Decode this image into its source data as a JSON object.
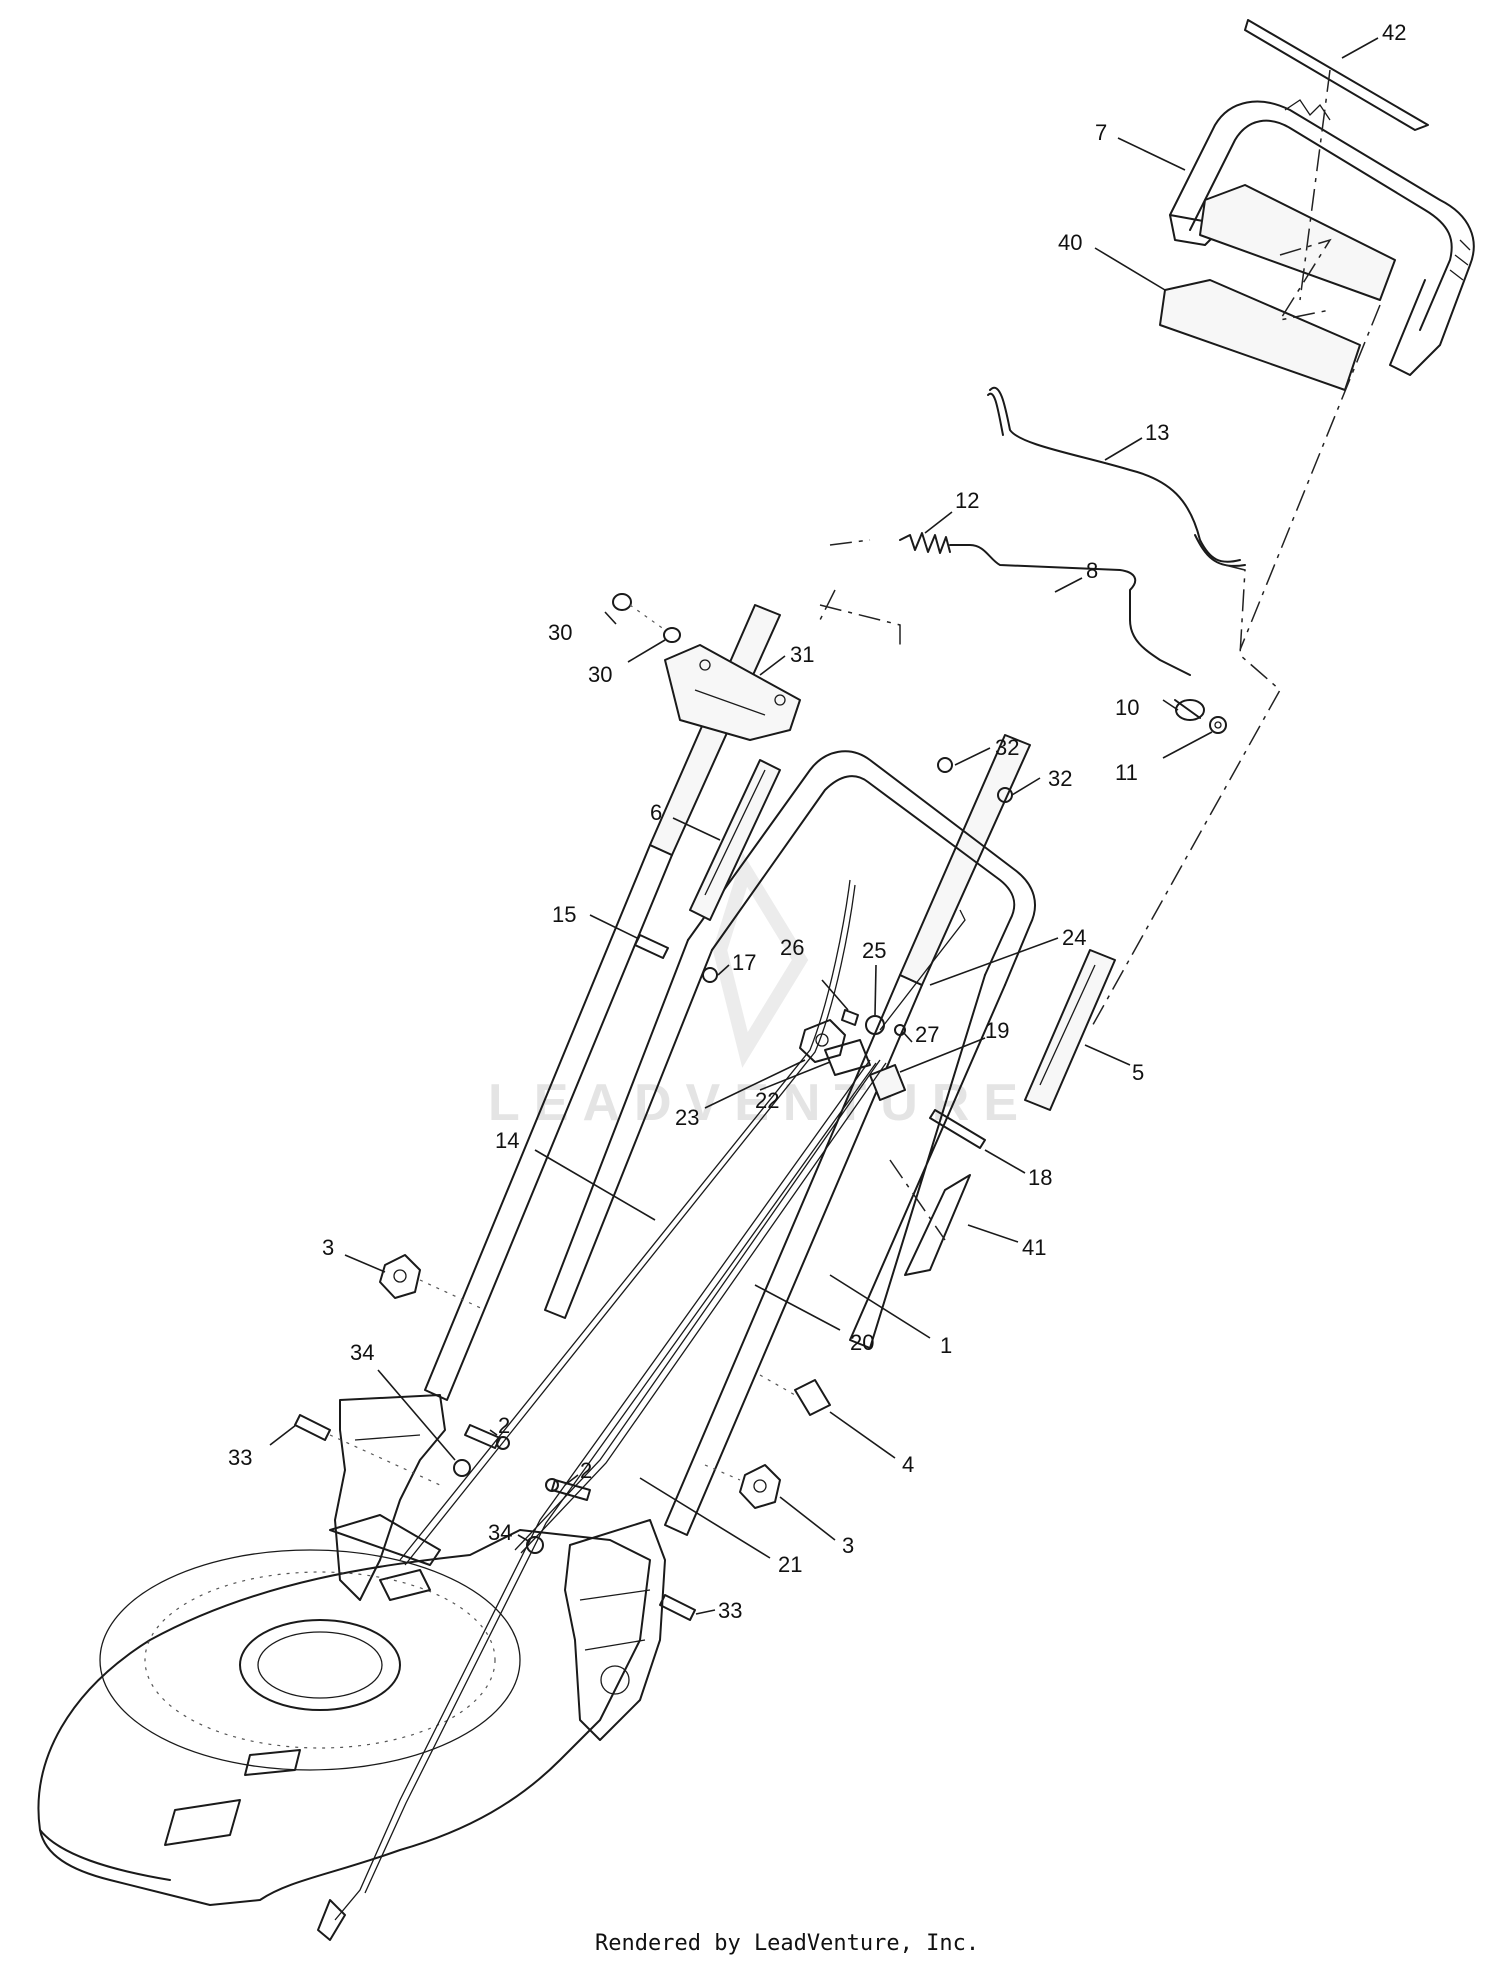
{
  "watermark": {
    "text": "LEADVENTURE"
  },
  "credit": {
    "text": "Rendered by LeadVenture, Inc."
  },
  "callouts": [
    {
      "id": "42a",
      "label": "42"
    },
    {
      "id": "7",
      "label": "7"
    },
    {
      "id": "40",
      "label": "40"
    },
    {
      "id": "13",
      "label": "13"
    },
    {
      "id": "12",
      "label": "12"
    },
    {
      "id": "8",
      "label": "8"
    },
    {
      "id": "30a",
      "label": "30"
    },
    {
      "id": "30b",
      "label": "30"
    },
    {
      "id": "31",
      "label": "31"
    },
    {
      "id": "10",
      "label": "10"
    },
    {
      "id": "11",
      "label": "11"
    },
    {
      "id": "32a",
      "label": "32"
    },
    {
      "id": "32b",
      "label": "32"
    },
    {
      "id": "6",
      "label": "6"
    },
    {
      "id": "15",
      "label": "15"
    },
    {
      "id": "26",
      "label": "26"
    },
    {
      "id": "25",
      "label": "25"
    },
    {
      "id": "24",
      "label": "24"
    },
    {
      "id": "17",
      "label": "17"
    },
    {
      "id": "27",
      "label": "27"
    },
    {
      "id": "19",
      "label": "19"
    },
    {
      "id": "5",
      "label": "5"
    },
    {
      "id": "23",
      "label": "23"
    },
    {
      "id": "22",
      "label": "22"
    },
    {
      "id": "14",
      "label": "14"
    },
    {
      "id": "18",
      "label": "18"
    },
    {
      "id": "41",
      "label": "41"
    },
    {
      "id": "3a",
      "label": "3"
    },
    {
      "id": "20",
      "label": "20"
    },
    {
      "id": "1",
      "label": "1"
    },
    {
      "id": "34a",
      "label": "34"
    },
    {
      "id": "2a",
      "label": "2"
    },
    {
      "id": "33a",
      "label": "33"
    },
    {
      "id": "4",
      "label": "4"
    },
    {
      "id": "2b",
      "label": "2"
    },
    {
      "id": "3b",
      "label": "3"
    },
    {
      "id": "34b",
      "label": "34"
    },
    {
      "id": "21",
      "label": "21"
    },
    {
      "id": "33b",
      "label": "33"
    }
  ]
}
